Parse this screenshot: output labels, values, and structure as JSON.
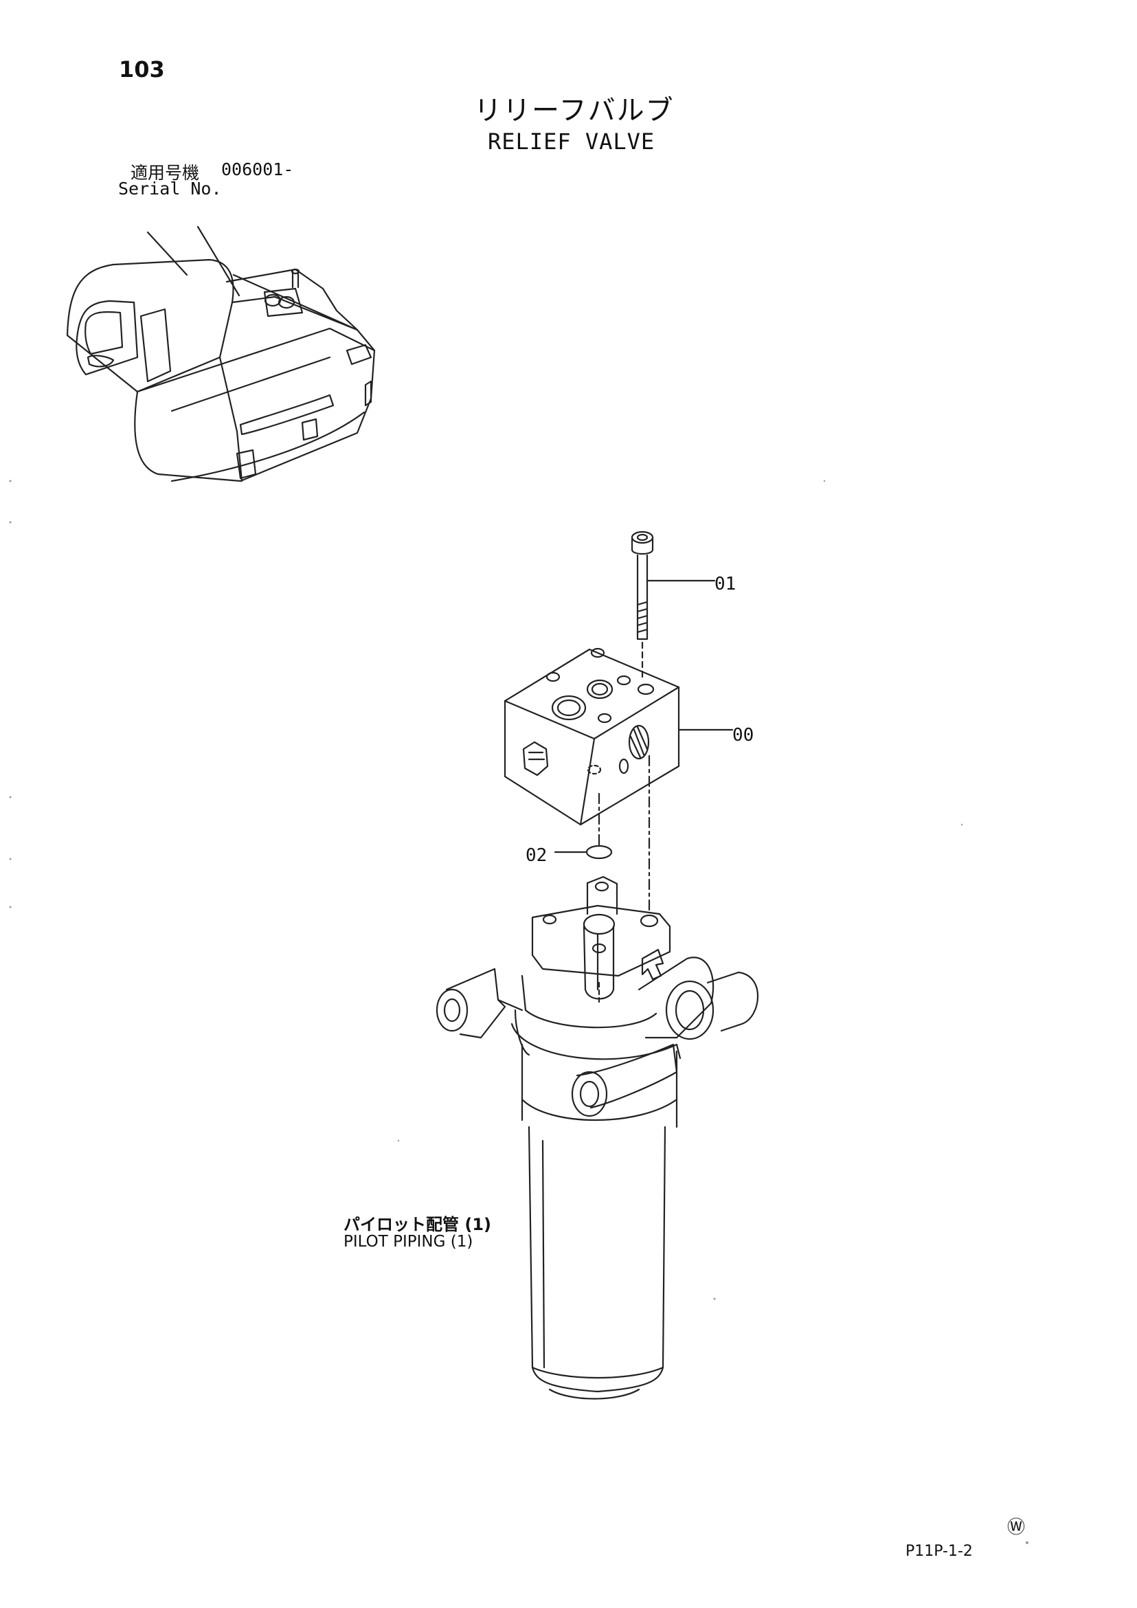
{
  "page_number": "103",
  "title_jp": "リリーフバルブ",
  "title_en": "RELIEF VALVE",
  "serial": {
    "label_jp": "適用号機",
    "value": "006001-",
    "label_en": "Serial No."
  },
  "callouts": [
    "01",
    "00",
    "02"
  ],
  "related_part": {
    "label_jp": "パイロット配管 (1)",
    "label_en": "PILOT PIPING (1)"
  },
  "w_mark": "Ⓦ",
  "page_code": "P11P-1-2"
}
